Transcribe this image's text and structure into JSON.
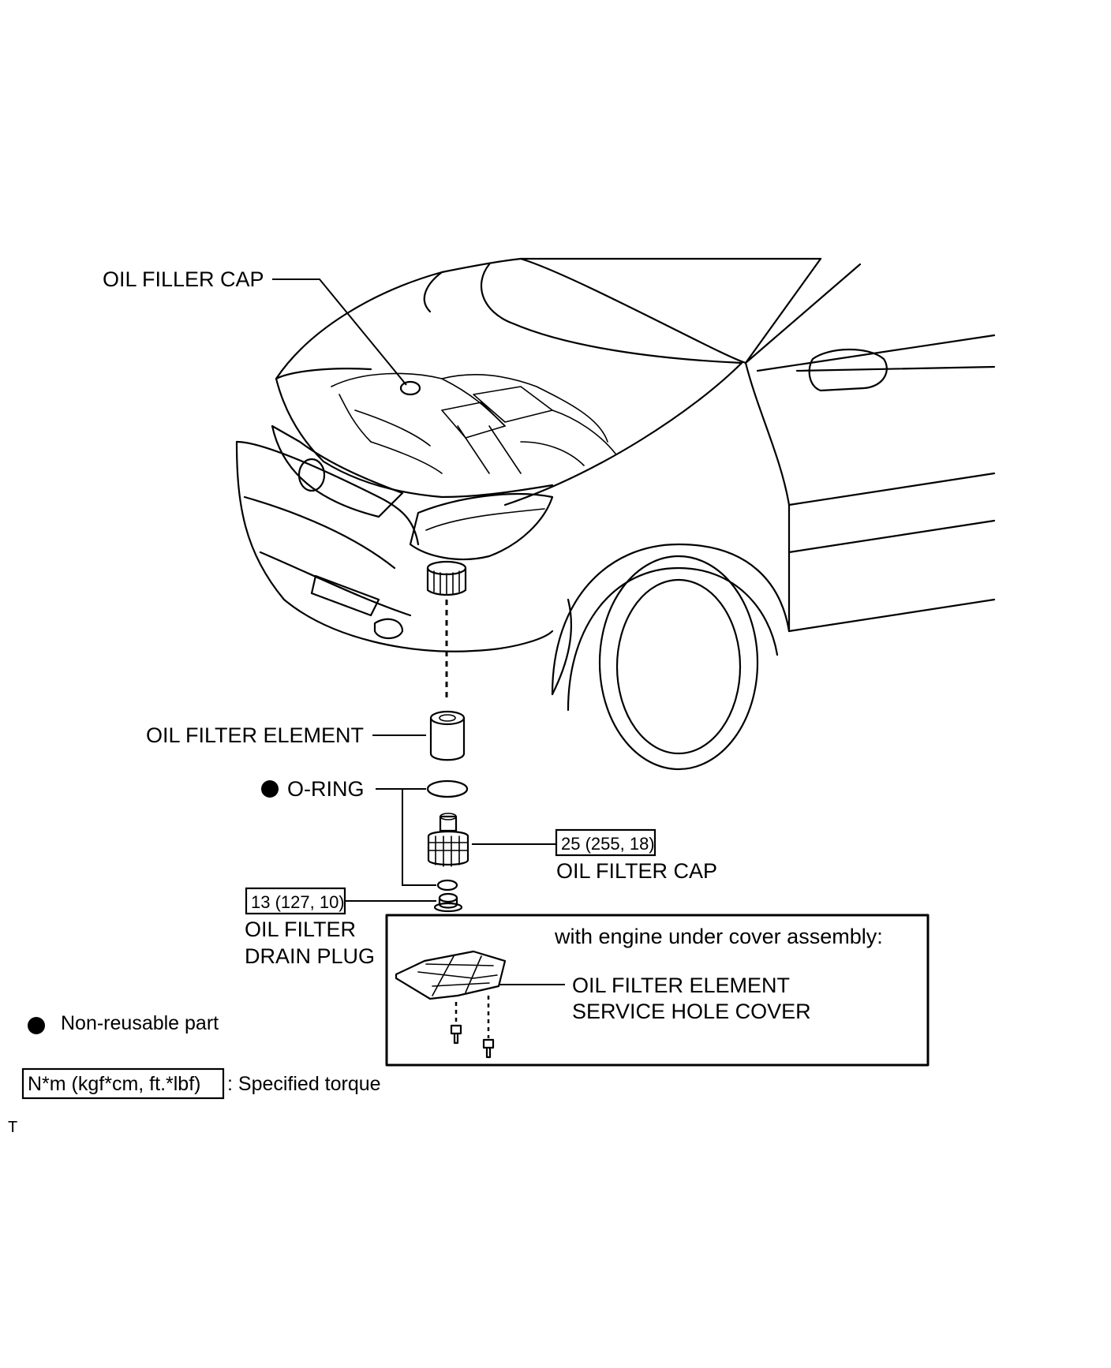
{
  "labels": {
    "oil_filler_cap": "OIL FILLER CAP",
    "oil_filter_element": "OIL FILTER ELEMENT",
    "o_ring": "O-RING",
    "oil_filter_cap": "OIL FILTER CAP",
    "oil_filter_cap_torque": "25 (255, 18)",
    "drain_plug_torque": "13 (127, 10)",
    "drain_plug_line1": "OIL FILTER",
    "drain_plug_line2": "DRAIN PLUG",
    "inset_title": "with engine under cover assembly:",
    "service_cover_line1": "OIL FILTER ELEMENT",
    "service_cover_line2": "SERVICE HOLE COVER"
  },
  "legend": {
    "non_reusable": "Non-reusable part",
    "torque_unit": "N*m (kgf*cm, ft.*lbf)",
    "torque_desc": ": Specified torque"
  },
  "footer_mark": "T"
}
